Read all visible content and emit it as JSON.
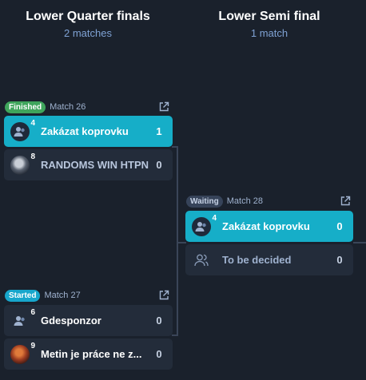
{
  "columns": [
    {
      "title": "Lower Quarter finals",
      "subtitle": "2 matches"
    },
    {
      "title": "Lower Semi final",
      "subtitle": "1 match"
    }
  ],
  "matches": [
    {
      "status": "Finished",
      "label": "Match 26",
      "teams": [
        {
          "name": "Zakázat koprovku",
          "members": "4",
          "score": "1",
          "winner": true
        },
        {
          "name": "RANDOMS WIN HTPN",
          "members": "8",
          "score": "0",
          "winner": false
        }
      ]
    },
    {
      "status": "Started",
      "label": "Match 27",
      "teams": [
        {
          "name": "Gdesponzor",
          "members": "6",
          "score": "0",
          "winner": false
        },
        {
          "name": "Metin je práce ne z...",
          "members": "9",
          "score": "0",
          "winner": false
        }
      ]
    },
    {
      "status": "Waiting",
      "label": "Match 28",
      "teams": [
        {
          "name": "Zakázat koprovku",
          "members": "4",
          "score": "0",
          "winner": true
        },
        {
          "name": "To be decided",
          "members": "",
          "score": "0",
          "winner": false
        }
      ]
    }
  ],
  "icons": {
    "external": "external-link-icon",
    "team": "team-icon"
  },
  "colors": {
    "background": "#1a212c",
    "winner": "#16aec8",
    "card": "#232c3a",
    "finished": "#3fa55c",
    "started": "#17a6cc",
    "waiting": "#364359"
  }
}
